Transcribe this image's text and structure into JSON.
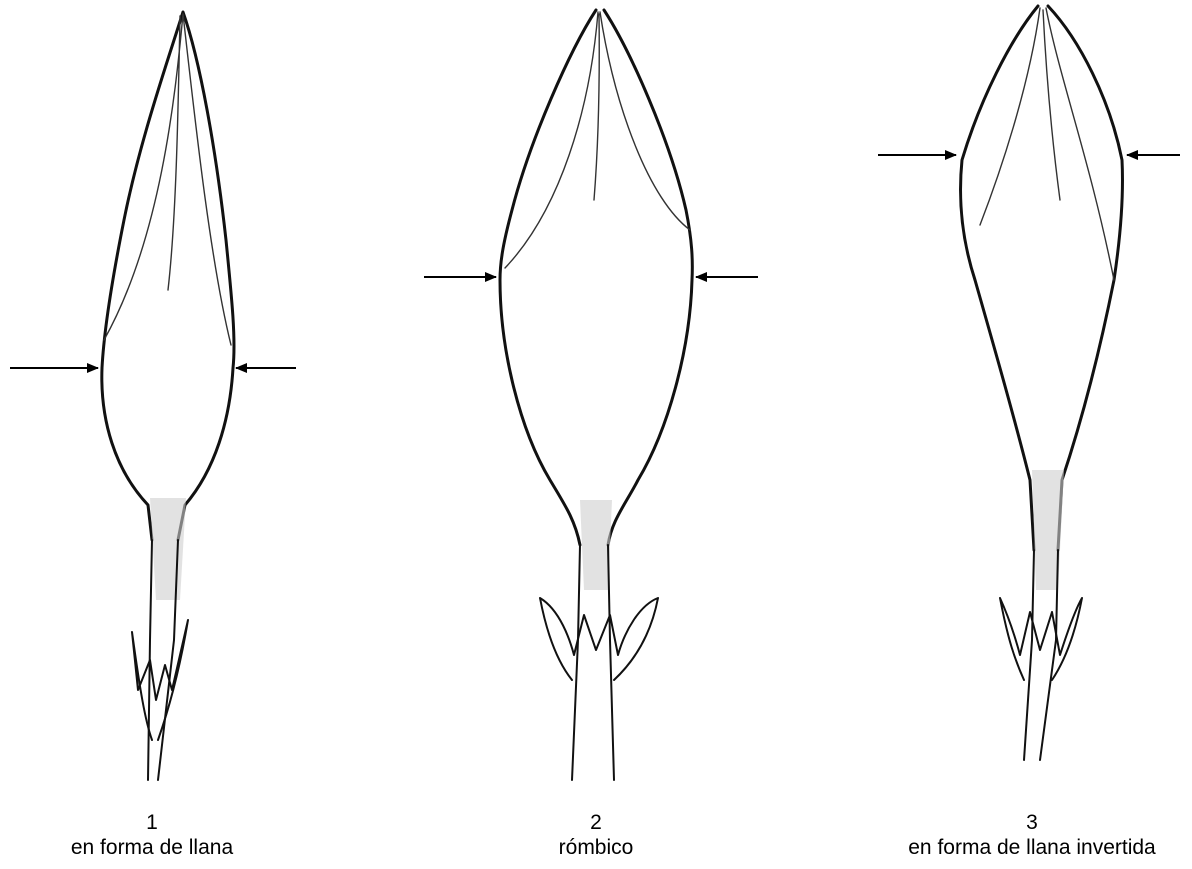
{
  "panels": [
    {
      "number": "1",
      "caption": "en forma de llana"
    },
    {
      "number": "2",
      "caption": "rómbico"
    },
    {
      "number": "3",
      "caption": "en forma de llana invertida"
    }
  ],
  "colors": {
    "line": "#111111",
    "background": "#ffffff"
  }
}
